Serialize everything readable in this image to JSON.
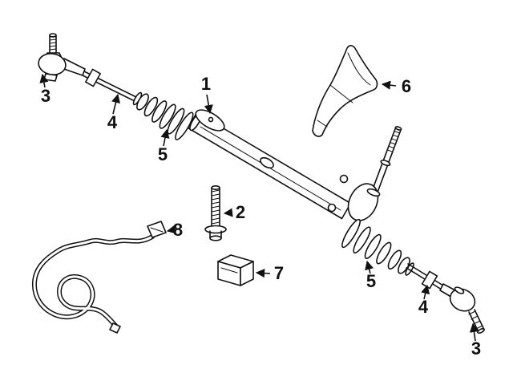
{
  "diagram": {
    "type": "exploded-parts-diagram",
    "background": "#ffffff",
    "line_color": "#111111",
    "callouts": [
      {
        "id": "tie-rod-end-left",
        "label": "3"
      },
      {
        "id": "inner-tie-rod-left",
        "label": "4"
      },
      {
        "id": "bellows-boot-left",
        "label": "5"
      },
      {
        "id": "rack-and-pinion-housing",
        "label": "1"
      },
      {
        "id": "mounting-bracket",
        "label": "6"
      },
      {
        "id": "mounting-bolt",
        "label": "2"
      },
      {
        "id": "sensor-cable",
        "label": "8"
      },
      {
        "id": "mounting-block",
        "label": "7"
      },
      {
        "id": "bellows-boot-right",
        "label": "5"
      },
      {
        "id": "inner-tie-rod-right",
        "label": "4"
      },
      {
        "id": "tie-rod-end-right",
        "label": "3"
      }
    ]
  }
}
